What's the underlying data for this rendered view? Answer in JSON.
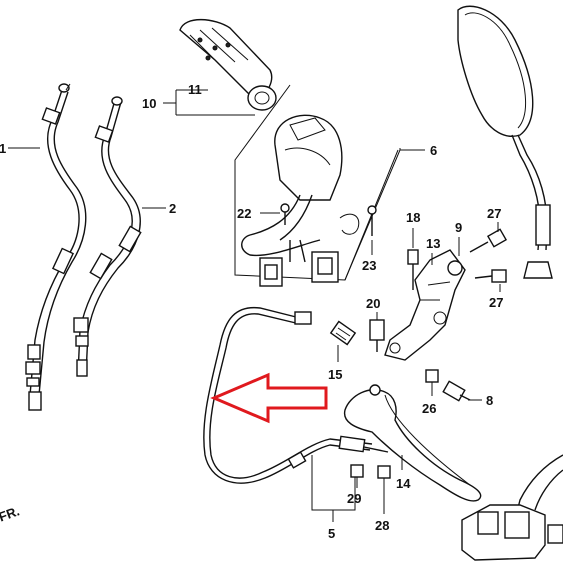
{
  "labels": {
    "l1": "1",
    "l2": "2",
    "l5": "5",
    "l6": "6",
    "l8": "8",
    "l9": "9",
    "l10": "10",
    "l11": "11",
    "l13": "13",
    "l14": "14",
    "l15": "15",
    "l18": "18",
    "l20": "20",
    "l22": "22",
    "l23": "23",
    "l26": "26",
    "l27a": "27",
    "l27b": "27",
    "l28": "28",
    "l29": "29",
    "corner": "FR."
  },
  "colors": {
    "line": "#111111",
    "arrow": "#e0191e",
    "background": "#ffffff"
  },
  "icons": {
    "highlight_arrow": "left-arrow-outline"
  }
}
